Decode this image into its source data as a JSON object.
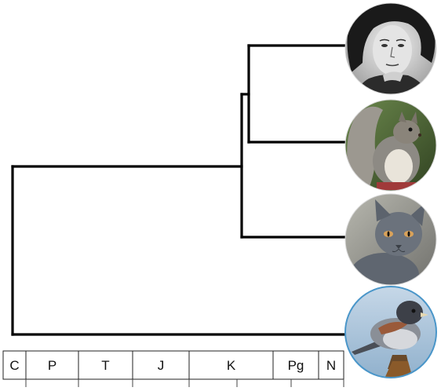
{
  "timescale": {
    "periods": [
      {
        "label": "C"
      },
      {
        "label": "P"
      },
      {
        "label": "T"
      },
      {
        "label": "J"
      },
      {
        "label": "K"
      },
      {
        "label": "Pg"
      },
      {
        "label": "N"
      }
    ]
  },
  "taxa": [
    {
      "name": "human-photo"
    },
    {
      "name": "squirrel-photo"
    },
    {
      "name": "cat-photo"
    },
    {
      "name": "bird-photo"
    }
  ]
}
